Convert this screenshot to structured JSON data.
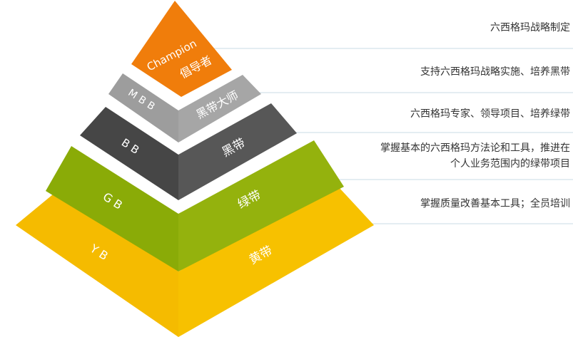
{
  "pyramid": {
    "tiers": [
      {
        "id": "champion",
        "abbr": "Champion",
        "cn": "倡导者",
        "color": "#f07d0b"
      },
      {
        "id": "mbb",
        "abbr": "MBB",
        "cn": "黑带大师",
        "color": "#9d9d9d",
        "color_dark": "#a6a6a6"
      },
      {
        "id": "bb",
        "abbr": "BB",
        "cn": "黑带",
        "color": "#464646",
        "color_dark": "#575757"
      },
      {
        "id": "gb",
        "abbr": "GB",
        "cn": "绿带",
        "color": "#8aab07",
        "color_dark": "#94b20d"
      },
      {
        "id": "yb",
        "abbr": "YB",
        "cn": "黄带",
        "color": "#f5bb00",
        "color_dark": "#f7c100"
      }
    ]
  },
  "descriptions": [
    {
      "lines": [
        "六西格玛战略制定"
      ]
    },
    {
      "lines": [
        "支持六西格玛战略实施、培养黑带"
      ]
    },
    {
      "lines": [
        "六西格玛专家、领导项目、培养绿带"
      ]
    },
    {
      "lines": [
        "掌握基本的六西格玛方法论和工具，推进在",
        "个人业务范围内的绿带项目"
      ]
    },
    {
      "lines": [
        "掌握质量改善基本工具；全员培训"
      ]
    }
  ]
}
